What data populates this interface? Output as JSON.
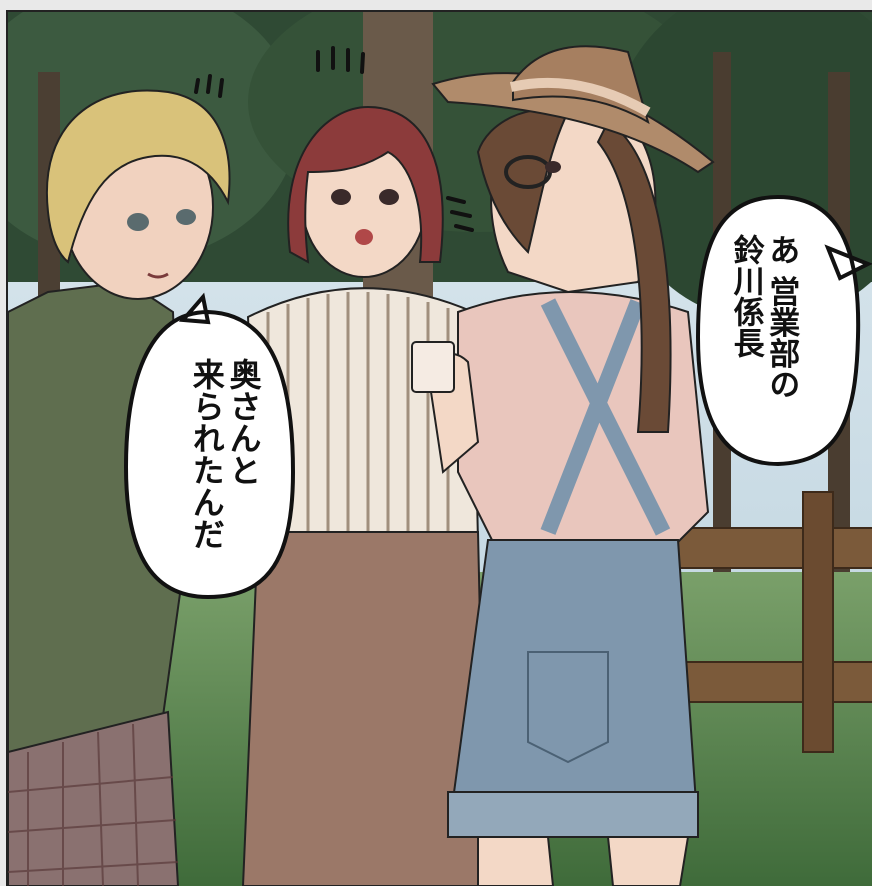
{
  "panel": {
    "colors": {
      "sky": "#cfe1ea",
      "foliage": "#34503a",
      "grass": "#5d8656",
      "fence": "#7a5a3c",
      "outline": "#222222"
    }
  },
  "bubbles": {
    "right": {
      "lines": [
        "あ 営業部の",
        "鈴川係長"
      ]
    },
    "left": {
      "lines": [
        "奥さんと",
        "来られたんだ"
      ]
    }
  },
  "characters": {
    "left": {
      "hair_color": "#d8c07a",
      "shirt_color": "#5b6b4a"
    },
    "center": {
      "hair_color": "#8a3a3a",
      "skirt_color": "#9a7868"
    },
    "right": {
      "hat_color": "#b08b6b",
      "shorts_color": "#7f97ad"
    }
  }
}
